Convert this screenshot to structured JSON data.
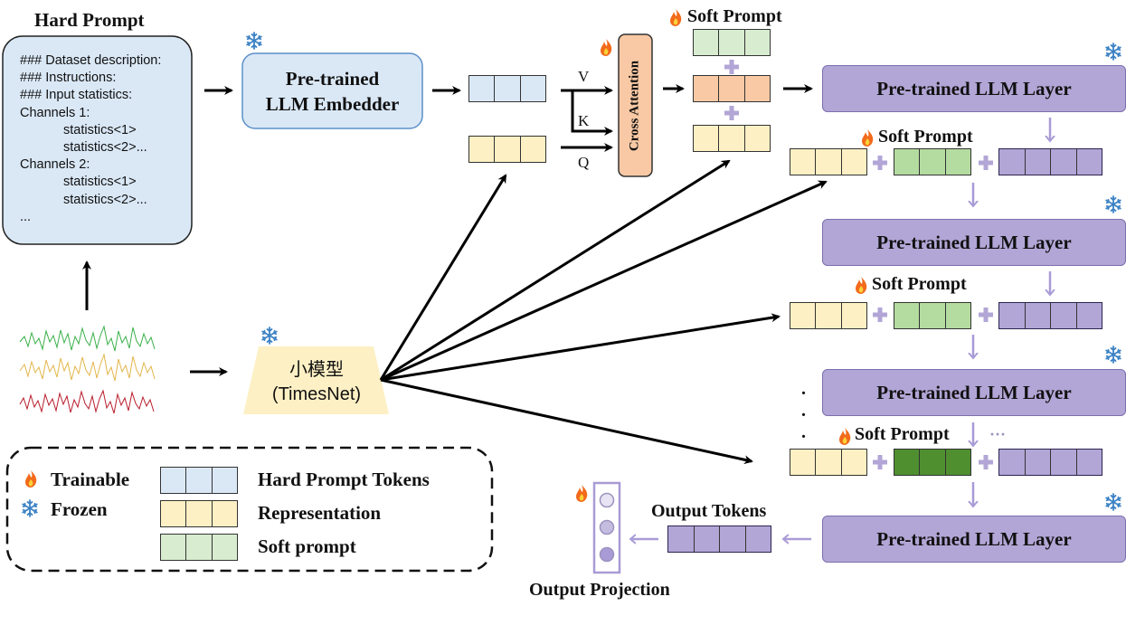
{
  "hard_prompt": {
    "title": "Hard Prompt",
    "lines": [
      "### Dataset description:",
      "### Instructions:",
      "### Input statistics:",
      "Channels 1:",
      "statistics<1>",
      "statistics<2>...",
      "Channels 2:",
      "statistics<1>",
      "statistics<2>...",
      "..."
    ]
  },
  "embedder": {
    "line1": "Pre-trained",
    "line2": "LLM Embedder"
  },
  "small_model": {
    "line1": "小模型",
    "line2": "(TimesNet)"
  },
  "cross_attention": {
    "label": "Cross Attention",
    "v": "V",
    "k": "K",
    "q": "Q"
  },
  "soft_prompt_label": "Soft Prompt",
  "llm_layer_label": "Pre-trained LLM Layer",
  "output_tokens_label": "Output Tokens",
  "output_projection_label": "Output Projection",
  "ellipsis_vertical": ". . .",
  "ellipsis_horizontal": "···",
  "legend": {
    "trainable": "Trainable",
    "frozen": "Frozen",
    "hard_prompt_tokens": "Hard Prompt Tokens",
    "representation": "Representation",
    "soft_prompt": "Soft prompt"
  },
  "icons": {
    "trainable": "flame-icon",
    "frozen": "snowflake-icon"
  },
  "colors": {
    "hard_prompt_token": "#dae8f6",
    "representation": "#fdf0c4",
    "soft_prompt": "#d8ecd0",
    "llm_layer": "#b2a6d6",
    "cross_attention": "#f8c9a4"
  }
}
